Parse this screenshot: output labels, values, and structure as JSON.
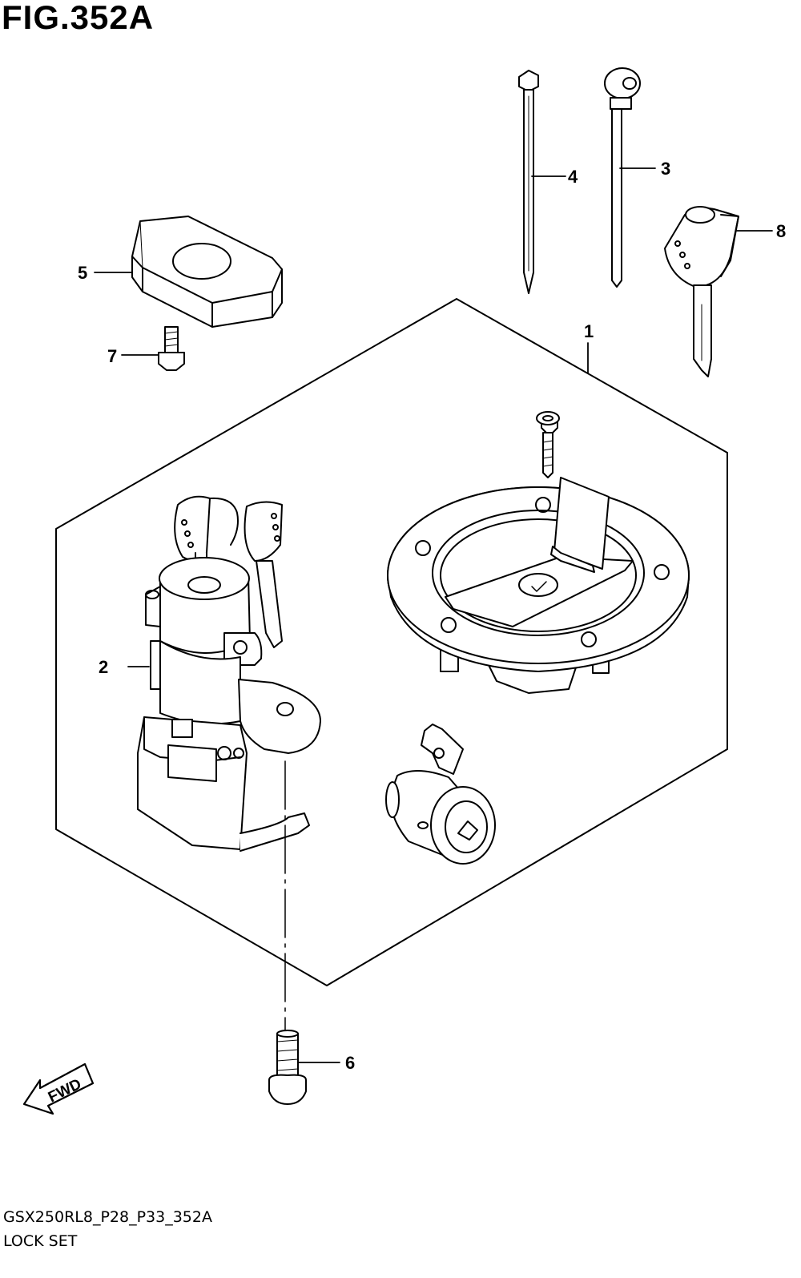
{
  "figure": {
    "title": "FIG.352A",
    "code": "GSX250RL8_P28_P33_352A",
    "name": "LOCK SET"
  },
  "callouts": [
    {
      "id": "1",
      "label": "1"
    },
    {
      "id": "2",
      "label": "2"
    },
    {
      "id": "3",
      "label": "3"
    },
    {
      "id": "4",
      "label": "4"
    },
    {
      "id": "5",
      "label": "5"
    },
    {
      "id": "6",
      "label": "6"
    },
    {
      "id": "7",
      "label": "7"
    },
    {
      "id": "8",
      "label": "8"
    }
  ],
  "direction_arrow": {
    "label": "FWD"
  },
  "colors": {
    "line": "#000000",
    "background": "#ffffff"
  }
}
